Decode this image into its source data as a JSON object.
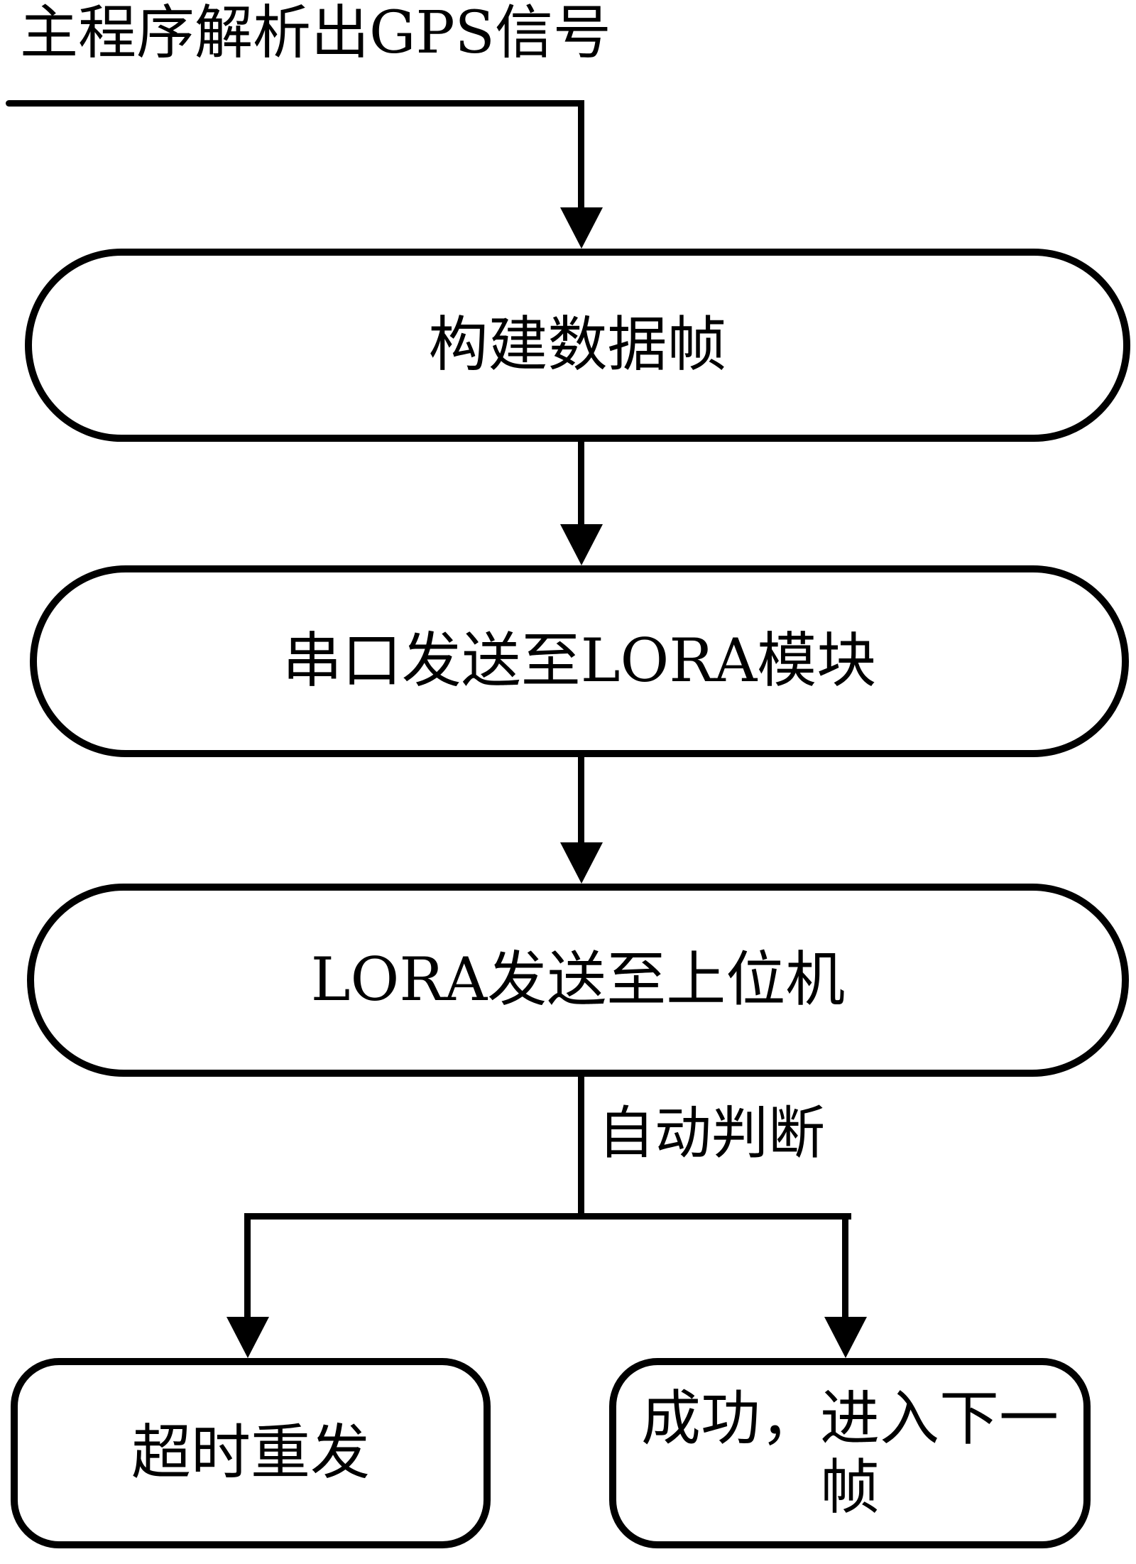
{
  "diagram": {
    "title": "主程序解析出GPS信号",
    "nodes": [
      {
        "id": "build-frame",
        "label": "构建数据帧"
      },
      {
        "id": "serial-to-lora",
        "label": "串口发送至LORA模块"
      },
      {
        "id": "lora-to-host",
        "label": "LORA发送至上位机"
      },
      {
        "id": "timeout-resend",
        "label": "超时重发"
      },
      {
        "id": "success-next-frame",
        "label": "成功，进入下一帧",
        "line1": "成功，进入下一",
        "line2": "帧"
      }
    ],
    "edge_label": "自动判断",
    "colors": {
      "stroke": "#000000",
      "background": "#ffffff"
    }
  }
}
